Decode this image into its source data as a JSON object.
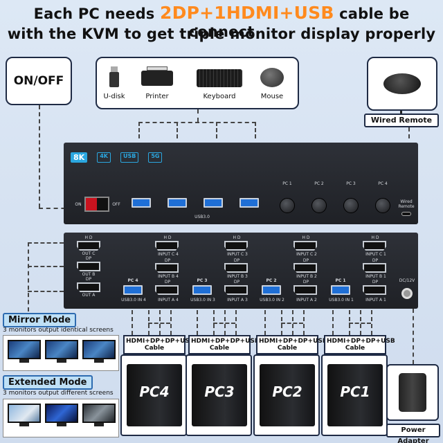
{
  "headline": {
    "line1_pre": "Each PC needs ",
    "line1_highlight": "2DP+1HDMI+USB",
    "line1_post": " cable be connect",
    "line2": "with the KVM to get triple monitor display properly"
  },
  "onoff_label": "ON/OFF",
  "peripherals": [
    {
      "label": "U-disk",
      "icon": "usb-stick-icon"
    },
    {
      "label": "Printer",
      "icon": "printer-icon"
    },
    {
      "label": "Keyboard",
      "icon": "keyboard-icon"
    },
    {
      "label": "Mouse",
      "icon": "mouse-icon"
    }
  ],
  "remote_label": "Wired Remote",
  "front_panel": {
    "badges": [
      "8K",
      "4K",
      "USB",
      "5G"
    ],
    "on_label": "ON",
    "off_label": "OFF",
    "usb_label": "USB3.0",
    "pc_buttons": [
      "PC 1",
      "PC 2",
      "PC 3",
      "PC 4"
    ],
    "remote_port_label": "Wired Remote"
  },
  "back_panel": {
    "out_labels": [
      "H D",
      "OUT C",
      "DP",
      "OUT B",
      "DP",
      "OUT A"
    ],
    "inputs": [
      {
        "usb": "PC 4",
        "hd": "H D",
        "c": "INPUT C 4",
        "dp1": "DP",
        "b": "INPUT B 4",
        "dp2": "DP",
        "usb_in": "USB3.0 IN 4",
        "a": "INPUT A 4"
      },
      {
        "usb": "PC 3",
        "hd": "H D",
        "c": "INPUT C 3",
        "dp1": "DP",
        "b": "INPUT B 3",
        "dp2": "DP",
        "usb_in": "USB3.0 IN 3",
        "a": "INPUT A 3"
      },
      {
        "usb": "PC 2",
        "hd": "H D",
        "c": "INPUT C 2",
        "dp1": "DP",
        "b": "INPUT B 2",
        "dp2": "DP",
        "usb_in": "USB3.0 IN 2",
        "a": "INPUT A 2"
      },
      {
        "usb": "PC 1",
        "hd": "H D",
        "c": "INPUT C 1",
        "dp1": "DP",
        "b": "INPUT B 1",
        "dp2": "DP",
        "usb_in": "USB3.0 IN 1",
        "a": "INPUT A 1"
      }
    ],
    "dc_label": "DC/12V"
  },
  "mirror_mode": {
    "title": "Mirror Mode",
    "desc": "3 monitors output identical screens"
  },
  "extended_mode": {
    "title": "Extended Mode",
    "desc": "3 monitors output different screens"
  },
  "cable_label": {
    "line1": "HDMI+DP+DP+USB",
    "line2": "Cable"
  },
  "pcs": [
    "PC4",
    "PC3",
    "PC2",
    "PC1"
  ],
  "power_label": "Power Adapter",
  "colors": {
    "highlight": "#ff8a1e",
    "accent_blue": "#2ba7e0",
    "usb_blue": "#1f6fd6"
  }
}
